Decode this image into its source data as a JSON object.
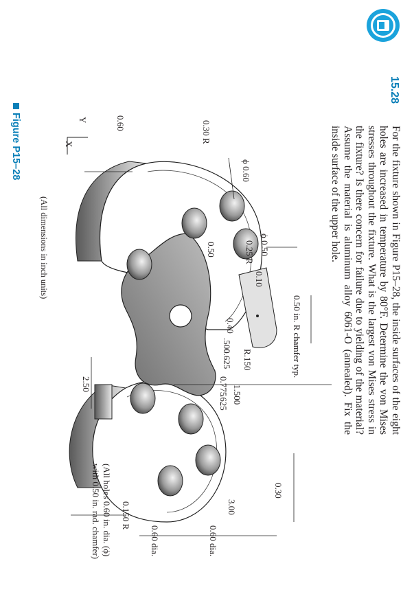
{
  "problem": {
    "number": "15.28",
    "text": "For the fixture shown in Figure P15–28, the inside surfaces of the eight holes are increased in temperature by 80°F. Determine the von Mises stresses throughout the fixture. What is the largest von Mises stress in the fixture? Is there concern for failure due to yielding of the material? Assume the material is aluminum alloy 6061-O (annealed). Fix the inside surface of the upper hole."
  },
  "figure": {
    "label": "Figure P15–28",
    "units_note": "(All dimensions in inch units)",
    "chamfer_note": "0.50 in. R chamfer typ.",
    "holes_note_1": "(All holes 0.60 in. dia. (ϕ)",
    "holes_note_2": "with 0.50 in. rad. chamfer)",
    "dims": {
      "phi060_top": "ϕ 0.60",
      "r030": "0.30 R",
      "d060_left": "0.60",
      "phi050": "ϕ 0.50",
      "r025": "0.25 R",
      "d010": "0.10",
      "d050_mid": "0.50",
      "d040": "0.40",
      "d500": ".500",
      "d0625": "0.625",
      "r150": "R.150",
      "d1500": "1.500",
      "d0775": "0.775",
      "d625": ".625",
      "d250": "2.50",
      "d030_right": "0.30",
      "d300": "3.00",
      "d060dia_a": "0.60 dia.",
      "d060dia_b": "0.60 dia.",
      "r0150": "0.150 R"
    },
    "axes": {
      "y": "Y",
      "x": "X"
    }
  },
  "colors": {
    "accent": "#0a7fb8"
  },
  "icons": {
    "logo": "video-icon"
  }
}
